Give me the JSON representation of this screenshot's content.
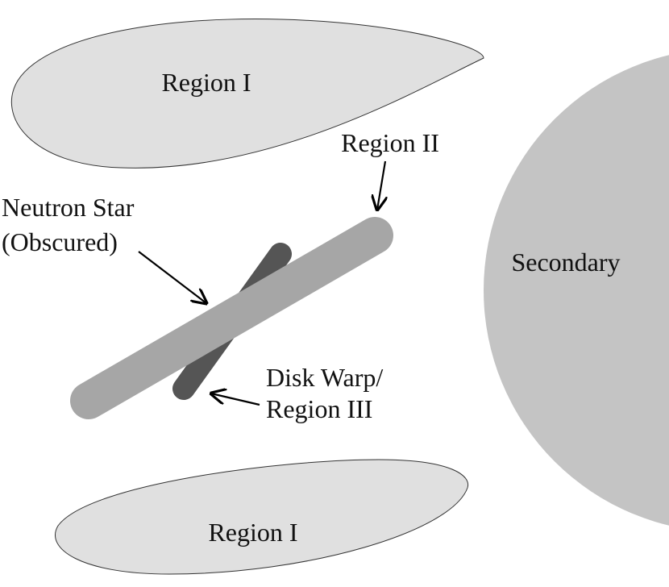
{
  "labels": {
    "region_i_top": "Region I",
    "region_ii": "Region II",
    "neutron_star_line1": "Neutron Star",
    "neutron_star_line2": "(Obscured)",
    "secondary": "Secondary",
    "disk_warp_line1": "Disk Warp/",
    "disk_warp_line2": "Region III",
    "region_i_bottom": "Region I"
  },
  "colors": {
    "region_i_fill": "#e0e0e0",
    "region_i_stroke": "#333333",
    "secondary_fill": "#c4c4c4",
    "disk_fill": "#a6a6a6",
    "warp_fill": "#555555",
    "arrow_stroke": "#000000",
    "text": "#111111"
  }
}
